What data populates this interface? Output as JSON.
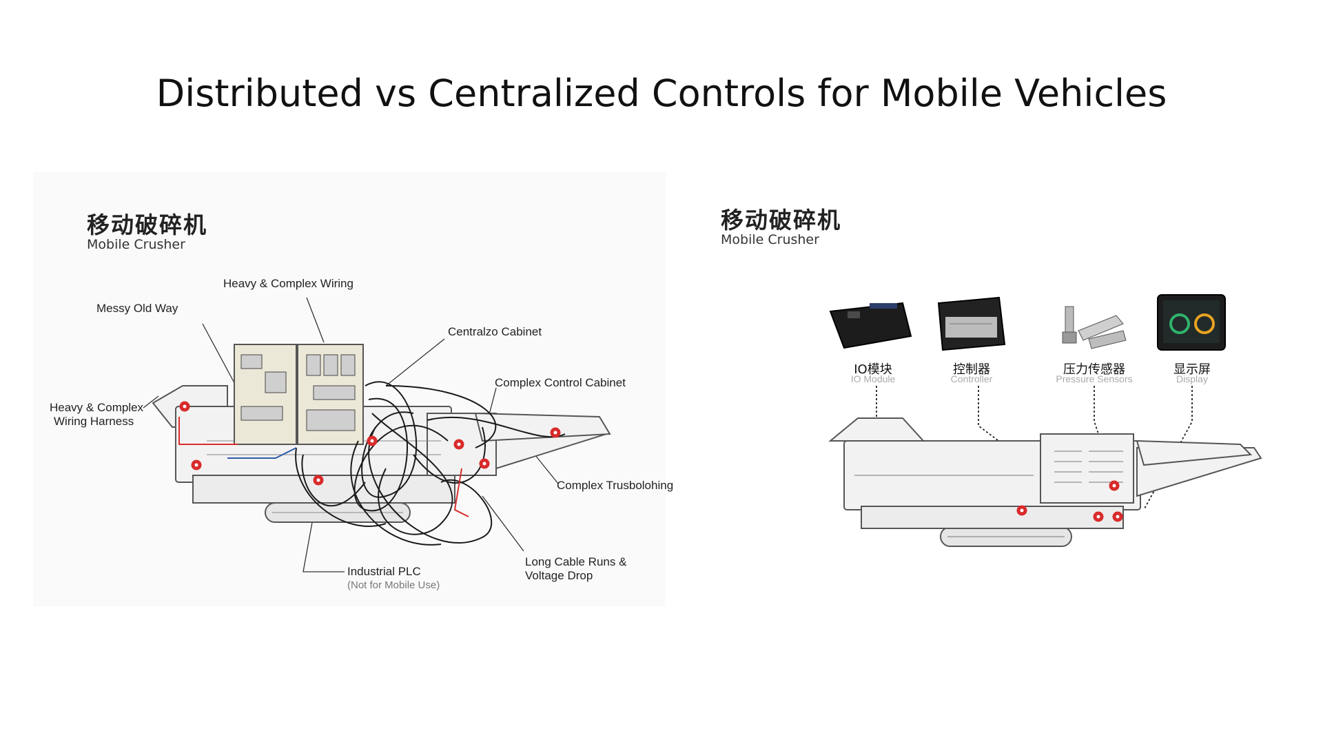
{
  "title": "Distributed vs Centralized Controls for Mobile Vehicles",
  "left": {
    "cn_title": "移动破碎机",
    "en_title": "Mobile Crusher",
    "labels": {
      "heavy_wiring": "Heavy & Complex Wiring",
      "messy": "Messy Old Way",
      "centralzo": "Centralzo Cabinet",
      "complex_cabinet": "Complex  Control Cabinet",
      "harness_1": "Heavy & Complex",
      "harness_2": "Wiring Harness",
      "trusbolohing": "Complex Trusbolohing",
      "plc": "Industrial PLC",
      "plc_sub": "(Not for Mobile Use)",
      "cable_1": "Long Cable Runs &",
      "cable_2": "Voltage Drop"
    }
  },
  "right": {
    "cn_title": "移动破碎机",
    "en_title": "Mobile Crusher",
    "components": [
      {
        "cn": "IO模块",
        "en": "IO Module",
        "icon": "io-module-icon"
      },
      {
        "cn": "控制器",
        "en": "Controller",
        "icon": "controller-icon"
      },
      {
        "cn": "压力传感器",
        "en": "Pressure Sensors",
        "icon": "pressure-sensor-icon"
      },
      {
        "cn": "显示屏",
        "en": "Display",
        "icon": "display-icon"
      }
    ]
  },
  "colors": {
    "marker": "#d92b2b",
    "wire": "#1a1a1a",
    "machine": "#555555"
  }
}
